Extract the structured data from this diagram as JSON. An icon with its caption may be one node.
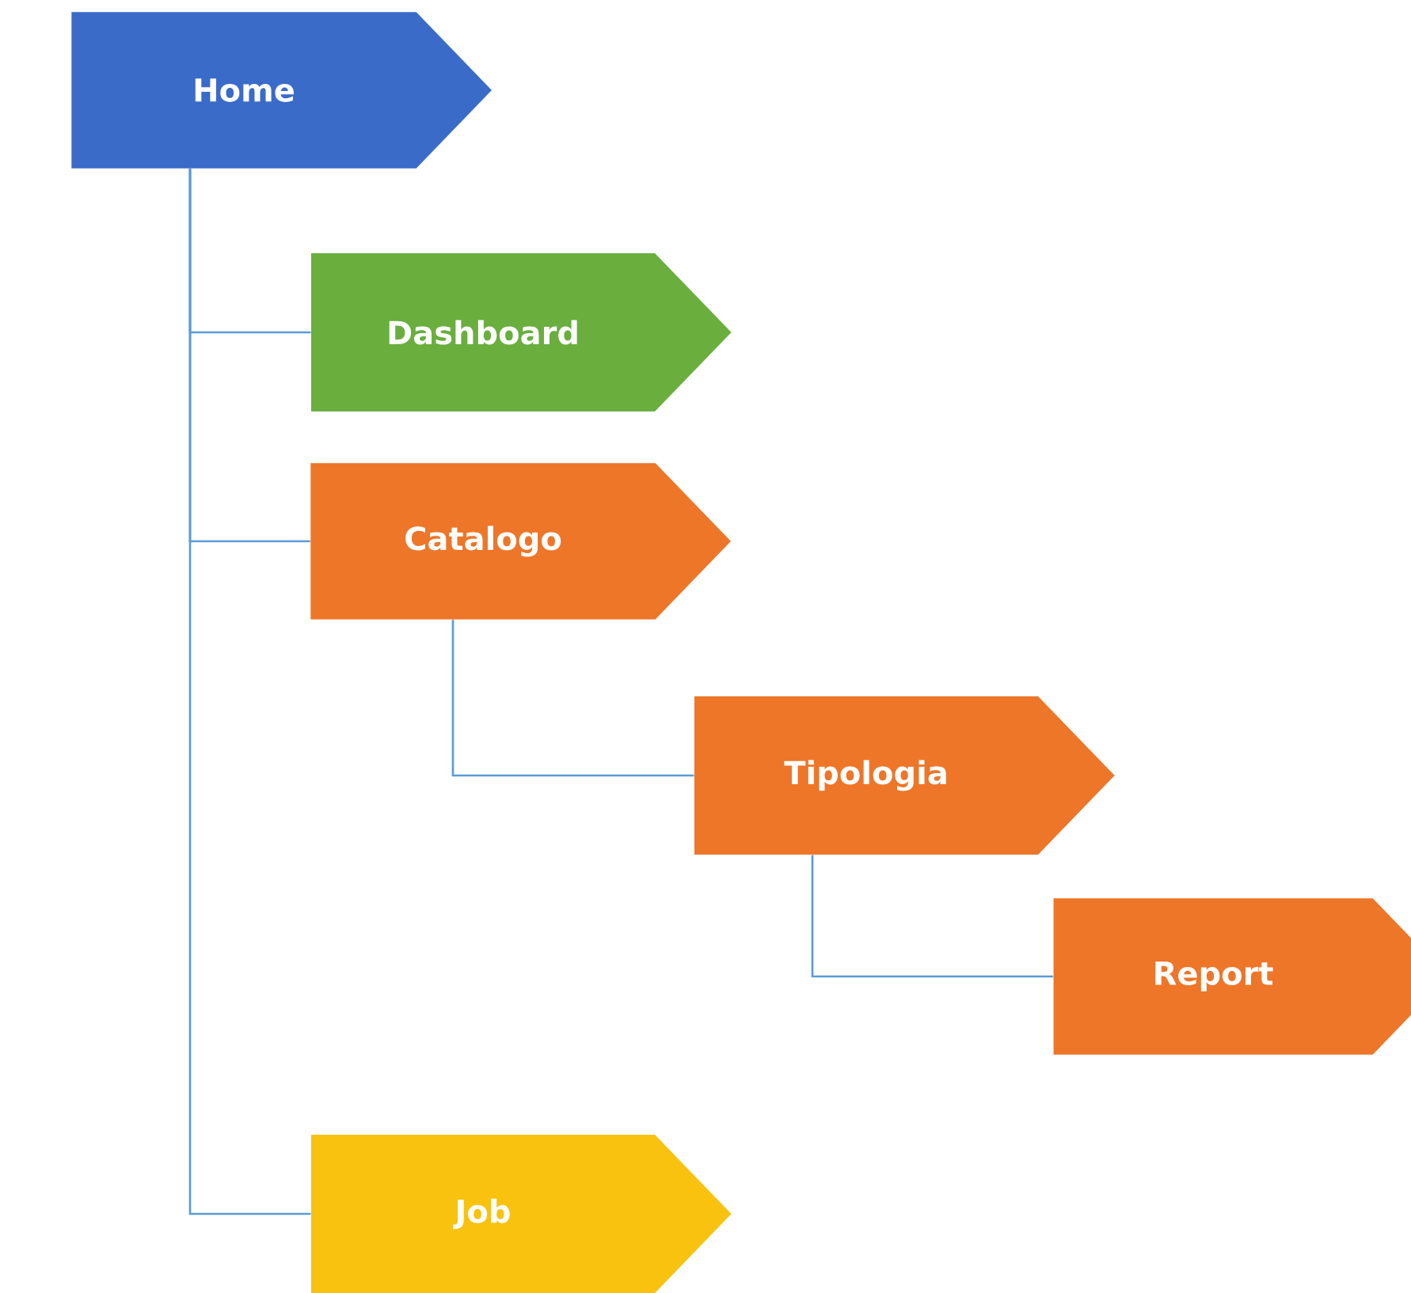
{
  "diagram": {
    "nodes": [
      {
        "text": [
          "Home"
        ]
      },
      {
        "text": [
          "Dashboard"
        ]
      },
      {
        "text": [
          "Catalogo"
        ]
      },
      {
        "text": [
          "Tipologia"
        ]
      },
      {
        "text": [
          "Report"
        ]
      },
      {
        "text": [
          "Job"
        ]
      }
    ],
    "edges": [
      {
        "from": 0,
        "to": 1,
        "arrow": "none"
      },
      {
        "from": 0,
        "to": 2,
        "arrow": "none"
      },
      {
        "from": 0,
        "to": 5,
        "arrow": "none"
      },
      {
        "from": 2,
        "to": 3,
        "arrow": "none"
      },
      {
        "from": 3,
        "to": 4,
        "arrow": "none"
      }
    ]
  }
}
